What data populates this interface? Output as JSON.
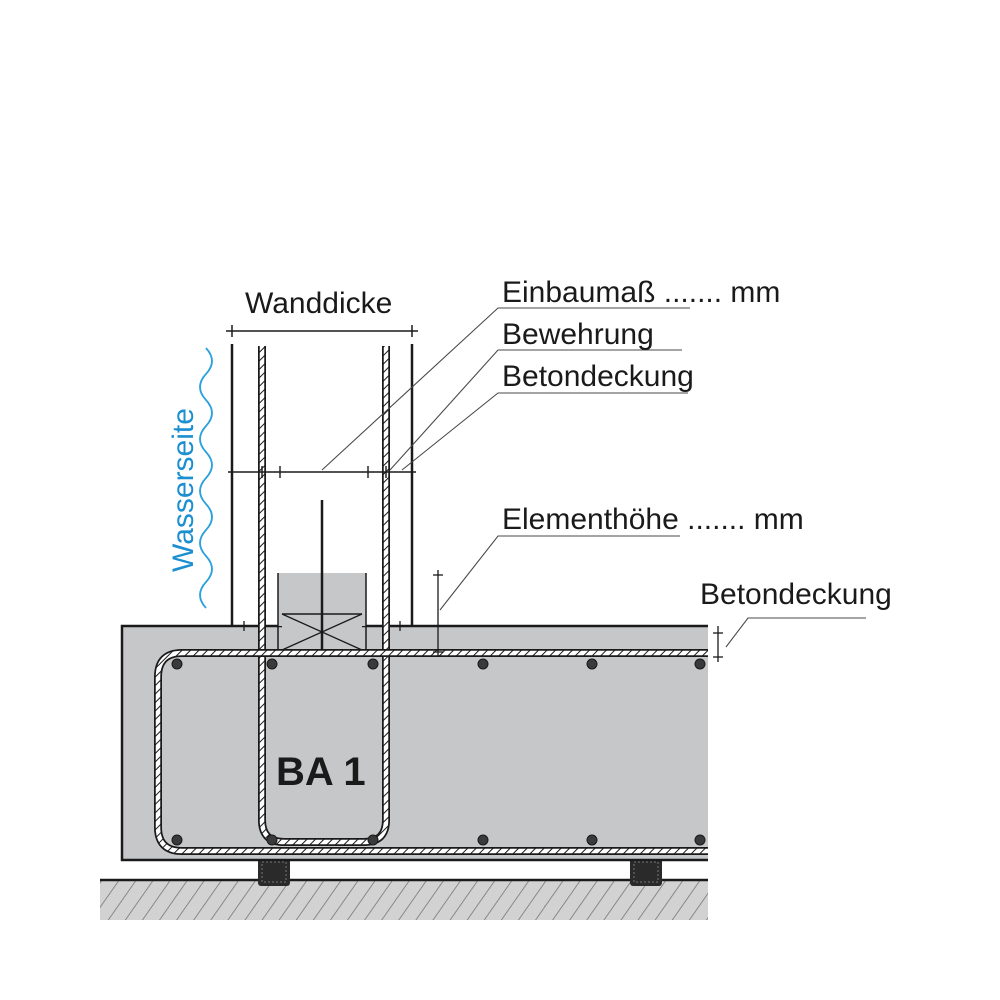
{
  "labels": {
    "wall_thickness": "Wanddicke",
    "installation_dimension": "Einbaumaß ....... mm",
    "reinforcement": "Bewehrung",
    "concrete_cover_top": "Betondeckung",
    "element_height": "Elementhöhe ....... mm",
    "concrete_cover_slab": "Betondeckung",
    "water_side": "Wasserseite",
    "exposure_class": "BA 1"
  },
  "colors": {
    "concrete": "#c6c7c9",
    "line": "#1a1a1a",
    "water_side_text": "#1c8fd0",
    "water_wave": "#2aa0dc",
    "ground_hatch": "#d2d2d2"
  }
}
